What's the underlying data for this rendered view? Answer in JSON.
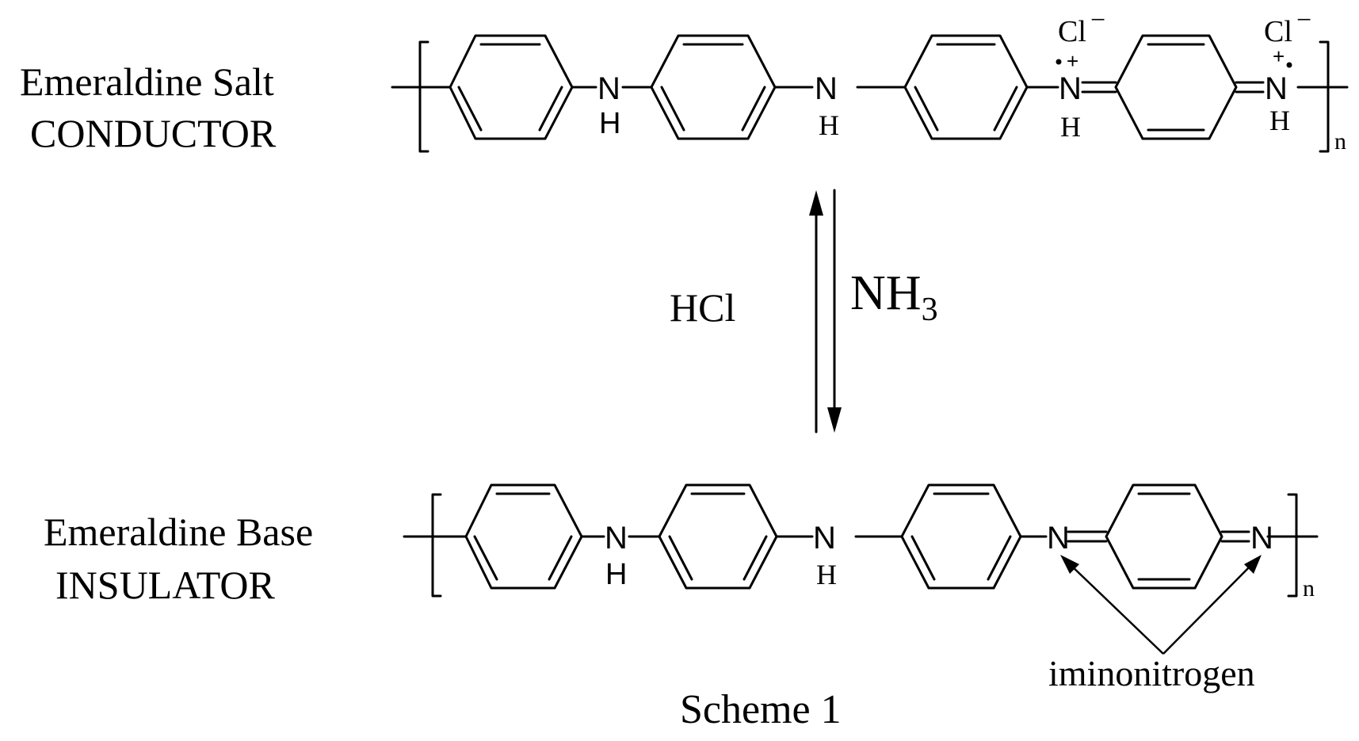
{
  "top": {
    "name": "Emeraldine Salt",
    "state": "CONDUCTOR",
    "atoms": {
      "n1": "N",
      "h1": "H",
      "n2": "N",
      "h2": "H",
      "n3": "N",
      "h3": "H",
      "cl3": "Cl",
      "minus3": "−",
      "plus3": "+",
      "n4": "N",
      "h4": "H",
      "cl4": "Cl",
      "minus4": "−",
      "plus4": "+"
    },
    "repeat": "n"
  },
  "bottom": {
    "name": "Emeraldine Base",
    "state": "INSULATOR",
    "atoms": {
      "n1": "N",
      "h1": "H",
      "n2": "N",
      "h2": "H",
      "n3": "N",
      "n4": "N"
    },
    "repeat": "n",
    "annotation": "iminonitrogen"
  },
  "reaction": {
    "forward_reagent": "HCl",
    "reverse_reagent_base": "NH",
    "reverse_reagent_sub": "3"
  },
  "caption": "Scheme 1",
  "colors": {
    "ink": "#000000",
    "background": "#ffffff"
  }
}
